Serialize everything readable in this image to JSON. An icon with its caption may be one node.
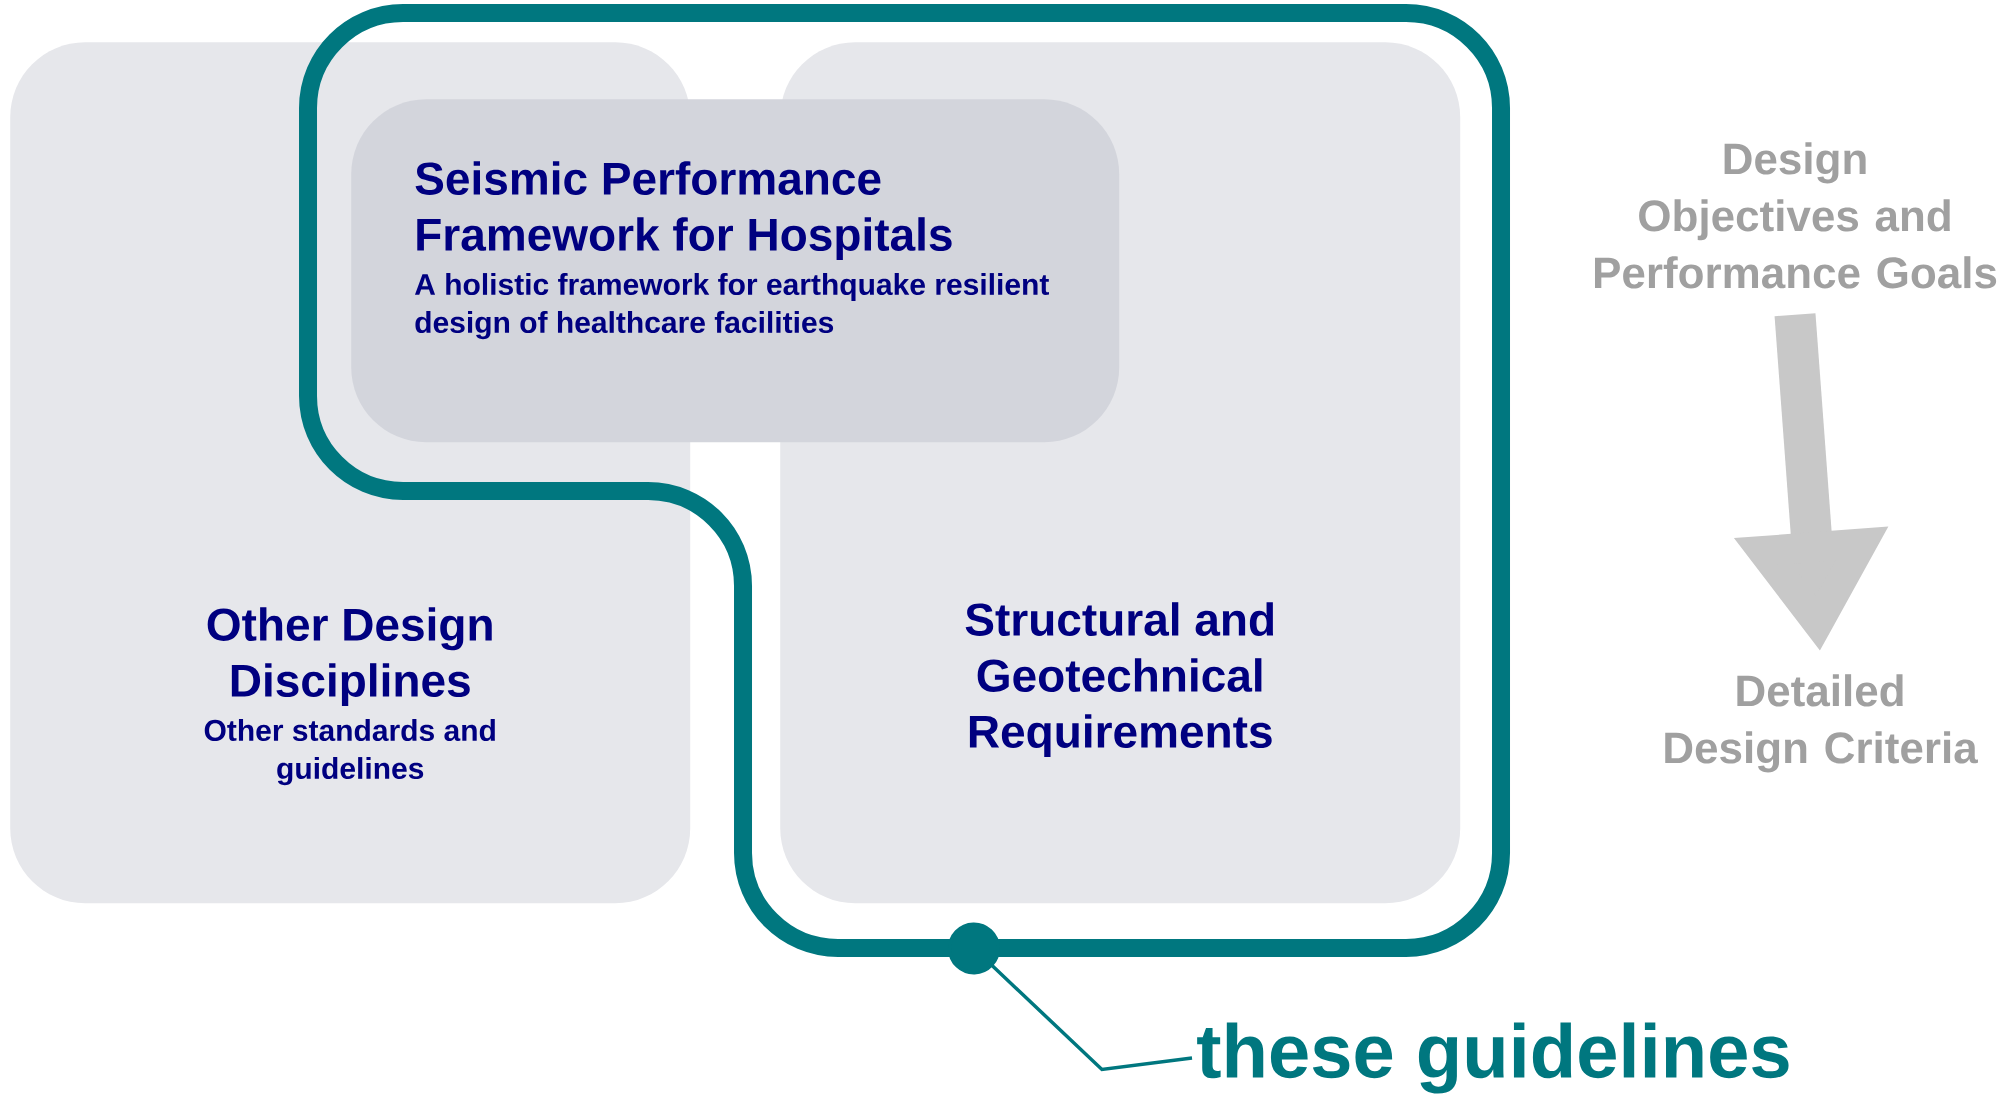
{
  "diagram": {
    "nodes": [
      {
        "text": [],
        "shape": "box"
      },
      {
        "text": [
          "Seismic Performance Framework for Hospitals",
          "A holistic framework for earthquake resilient design of healthcare facilities"
        ],
        "in": 0
      },
      {
        "text": [
          "Other Design Disciplines",
          "Other standards and guidelines"
        ]
      },
      {
        "text": [
          "Structural and Geotechnical Requirements"
        ],
        "in": 0
      },
      {
        "text": [
          "these guidelines"
        ]
      },
      {
        "text": [
          "Design Objectives and Performance Goals"
        ]
      },
      {
        "text": [
          "Detailed Design Criteria"
        ]
      }
    ],
    "edges": [
      {
        "from": 0,
        "to": 4,
        "arrow": "other",
        "color": "#00777f"
      },
      {
        "from": 5,
        "to": 6,
        "arrow": "to",
        "style": "thick",
        "color": "#c8c8c8"
      }
    ]
  }
}
